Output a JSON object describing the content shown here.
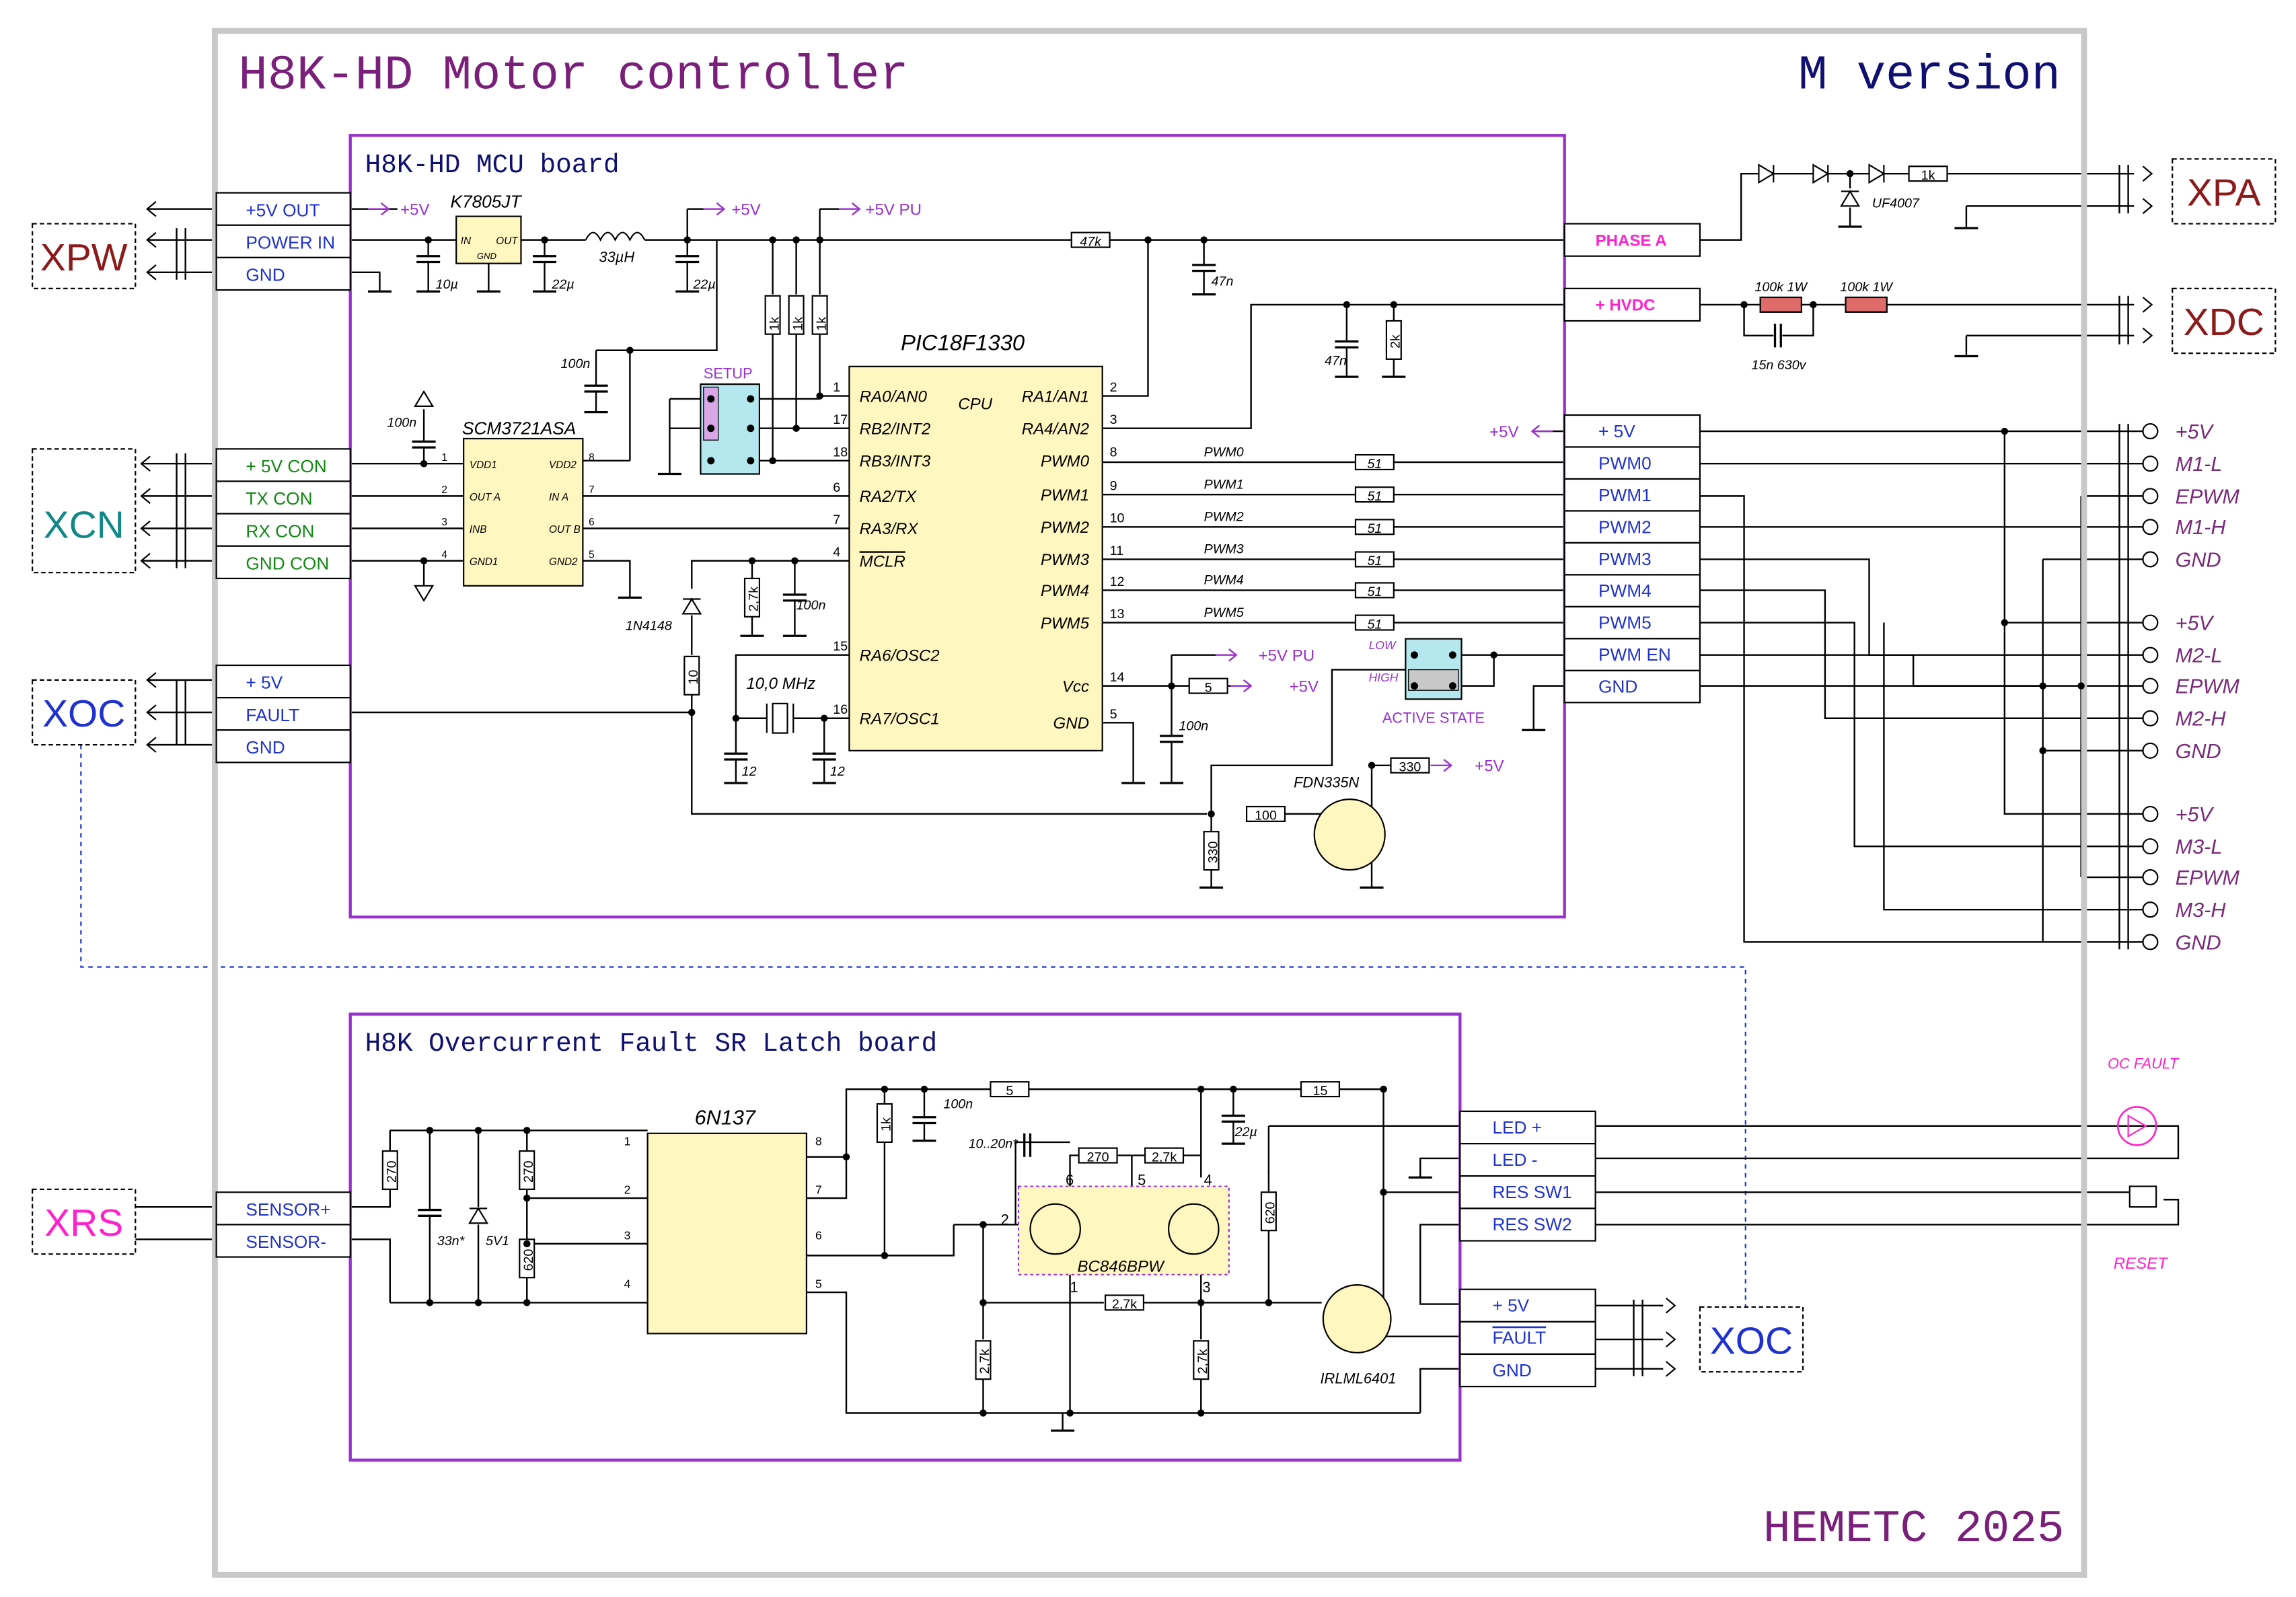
{
  "title": "H8K-HD Motor controller",
  "version": "M version",
  "signature": "HEMETC 2025",
  "colors": {
    "frame": "#c8c8c8",
    "board": "#9b30d0",
    "title": "#7a1f7a",
    "version": "#101070",
    "wire": "#000000",
    "power": "#9b30d0",
    "net": "#1f32d0",
    "green": "#118811",
    "pink": "#ff22cc",
    "maroon": "#8c1a1a",
    "teal": "#118888",
    "purple": "#7a2a7a",
    "chip": "#fff6c0",
    "cyan": "#b4e8ee",
    "resistor_red": "#e06b6b"
  },
  "mcu_board": {
    "title": "H8K-HD MCU board",
    "mcu": {
      "name": "PIC18F1330",
      "cpu_label": "CPU",
      "left_pins": [
        {
          "num": "1",
          "name": "RA0/AN0"
        },
        {
          "num": "17",
          "name": "RB2/INT2"
        },
        {
          "num": "18",
          "name": "RB3/INT3"
        },
        {
          "num": "6",
          "name": "RA2/TX"
        },
        {
          "num": "7",
          "name": "RA3/RX"
        },
        {
          "num": "4",
          "name": "MCLR"
        },
        {
          "num": "15",
          "name": "RA6/OSC2"
        },
        {
          "num": "16",
          "name": "RA7/OSC1"
        }
      ],
      "right_pins": [
        {
          "num": "2",
          "name": "RA1/AN1"
        },
        {
          "num": "3",
          "name": "RA4/AN2"
        },
        {
          "num": "8",
          "name": "PWM0"
        },
        {
          "num": "9",
          "name": "PWM1"
        },
        {
          "num": "10",
          "name": "PWM2"
        },
        {
          "num": "11",
          "name": "PWM3"
        },
        {
          "num": "12",
          "name": "PWM4"
        },
        {
          "num": "13",
          "name": "PWM5"
        },
        {
          "num": "14",
          "name": "Vcc"
        },
        {
          "num": "5",
          "name": "GND"
        }
      ]
    },
    "regulator": {
      "name": "K7805JT",
      "in": "IN",
      "out": "OUT",
      "gnd": "GND"
    },
    "isolator": {
      "name": "SCM3721ASA",
      "left_pins": [
        {
          "num": "1",
          "name": "VDD1"
        },
        {
          "num": "2",
          "name": "OUT A"
        },
        {
          "num": "3",
          "name": "INB"
        },
        {
          "num": "4",
          "name": "GND1"
        }
      ],
      "right_pins": [
        {
          "num": "8",
          "name": "VDD2"
        },
        {
          "num": "7",
          "name": "IN A"
        },
        {
          "num": "6",
          "name": "OUT B"
        },
        {
          "num": "5",
          "name": "GND2"
        }
      ]
    },
    "components": {
      "c10u": "10µ",
      "c22u_a": "22µ",
      "l33": "33µH",
      "c22u_b": "22µ",
      "c100n_a": "100n",
      "c100n_b": "100n",
      "r1k_a": "1k",
      "r1k_b": "1k",
      "r1k_c": "1k",
      "r47k": "47k",
      "c47n_a": "47n",
      "c47n_b": "47n",
      "r2k": "2k",
      "r27k": "2,7k",
      "c100n_c": "100n",
      "diode": "1N4148",
      "r10": "10",
      "xtal": "10,0 MHz",
      "c12_a": "12",
      "c12_b": "12",
      "r5": "5",
      "c100n_d": "100n",
      "r330_a": "330",
      "r100": "100",
      "r330_b": "330",
      "mosfet": "FDN335N",
      "pwm_res": "51",
      "setup": "SETUP",
      "active_state": "ACTIVE\nSTATE",
      "low": "LOW",
      "high": "HIGH"
    },
    "pwm_nets": [
      "PWM0",
      "PWM1",
      "PWM2",
      "PWM3",
      "PWM4",
      "PWM5"
    ],
    "rails": {
      "p5v": "+5V",
      "p5vpu": "+5V PU"
    }
  },
  "left_connectors": {
    "xpw": {
      "label": "XPW",
      "pins": [
        "+5V OUT",
        "POWER IN",
        "GND"
      ]
    },
    "xcn": {
      "label": "XCN",
      "pins": [
        "+ 5V CON",
        "TX CON",
        "RX CON",
        "GND CON"
      ]
    },
    "xoc": {
      "label": "XOC",
      "pins": [
        "+ 5V",
        "FAULT",
        "GND"
      ]
    },
    "xrs": {
      "label": "XRS",
      "pins": [
        "SENSOR+",
        "SENSOR-"
      ]
    }
  },
  "right_connectors": {
    "xpa": {
      "label": "XPA",
      "pin": "PHASE A"
    },
    "xdc": {
      "label": "XDC",
      "pin": "+ HVDC"
    },
    "hv_parts": {
      "diode": "UF4007",
      "r1k": "1k",
      "r100k_a": "100k 1W",
      "r100k_b": "100k 1W",
      "cap": "15n 630v"
    },
    "motor_header_pins": [
      "+ 5V",
      "PWM0",
      "PWM1",
      "PWM2",
      "PWM3",
      "PWM4",
      "PWM5",
      "PWM EN",
      "GND"
    ],
    "motor_outputs": [
      "+5V",
      "M1-L",
      "EPWM",
      "M1-H",
      "GND",
      "+5V",
      "M2-L",
      "EPWM",
      "M2-H",
      "GND",
      "+5V",
      "M3-L",
      "EPWM",
      "M3-H",
      "GND"
    ],
    "rail_5v": "+5V"
  },
  "oc_board": {
    "title": "H8K Overcurrent Fault SR Latch board",
    "optocoupler": {
      "name": "6N137",
      "left_pins": [
        "1",
        "2",
        "3",
        "4"
      ],
      "right_pins": [
        "8",
        "7",
        "6",
        "5"
      ]
    },
    "components": {
      "r270_a": "270",
      "c33n": "33n*",
      "zener": "5V1",
      "r270_b": "270",
      "r620_a": "620",
      "r1k": "1k",
      "c100n": "100n",
      "r5": "5",
      "r15": "15",
      "c22u": "22µ",
      "c10_20n": "10..20n*",
      "r270_c": "270",
      "r27k_a": "2,7k",
      "r27k_b": "2,7k",
      "r27k_c": "2,7k",
      "r27k_d": "2,7k",
      "r620_b": "620",
      "transistor": "BC846BPW",
      "mosfet": "IRLML6401",
      "tp2": "2",
      "tp6": "6",
      "tp5": "5",
      "tp4": "4",
      "tp1": "1",
      "tp3": "3"
    },
    "header_pins": [
      "LED +",
      "LED -",
      "RES SW1",
      "RES SW2"
    ],
    "xoc_pins": [
      "+ 5V",
      "FAULT",
      "GND"
    ],
    "xoc_label": "XOC",
    "led_label": "OC FAULT",
    "reset_label": "RESET"
  }
}
